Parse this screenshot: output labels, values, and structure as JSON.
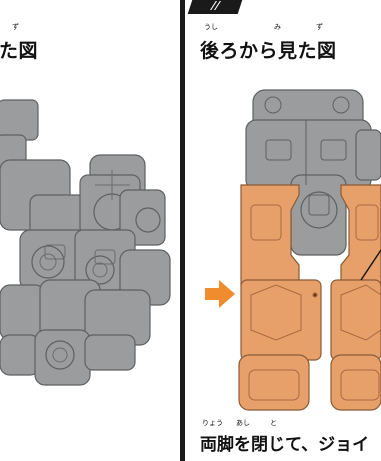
{
  "left_panel": {
    "heading": "た図",
    "ruby": "ず"
  },
  "right_panel": {
    "step_tab": "//",
    "heading": "後ろから見た図",
    "ruby": [
      "うし",
      "み",
      "ず"
    ]
  },
  "caption": {
    "text": "両脚を閉じて、ジョイ",
    "ruby": [
      "りょう",
      "あし",
      "と"
    ]
  },
  "colors": {
    "figure_gray": "#9a9c9e",
    "leg_orange": "#e8a06a",
    "arrow_orange": "#f08c2e",
    "divider": "#1a1a1a"
  }
}
